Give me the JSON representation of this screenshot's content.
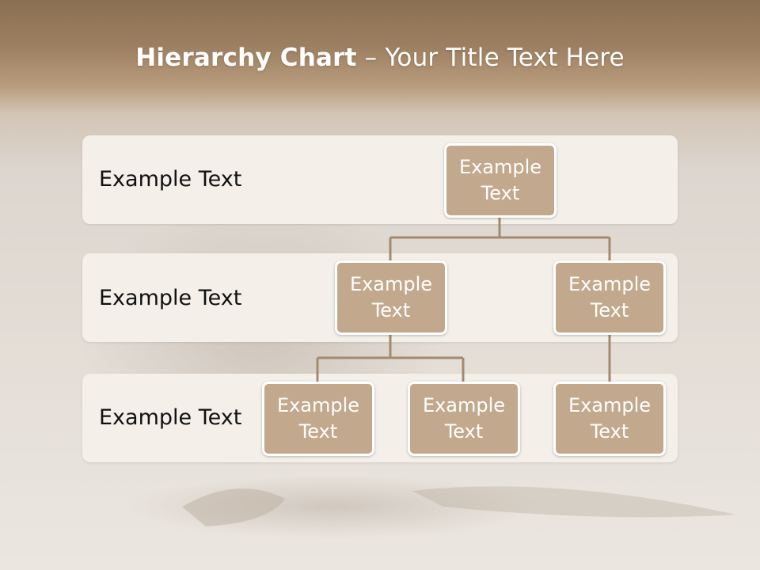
{
  "title": {
    "bold": "Hierarchy Chart",
    "rest": " – Your Title Text Here"
  },
  "rows": [
    {
      "label": "Example Text"
    },
    {
      "label": "Example Text"
    },
    {
      "label": "Example Text"
    }
  ],
  "nodes": {
    "root": "Example\nText",
    "l2_left": "Example\nText",
    "l2_right": "Example\nText",
    "l3_a": "Example\nText",
    "l3_b": "Example\nText",
    "l3_c": "Example\nText"
  },
  "colors": {
    "node_fill": "#c2a88d",
    "band_fill": "#f4efe9",
    "connector": "#a48a6c",
    "header": "#8a7258"
  }
}
